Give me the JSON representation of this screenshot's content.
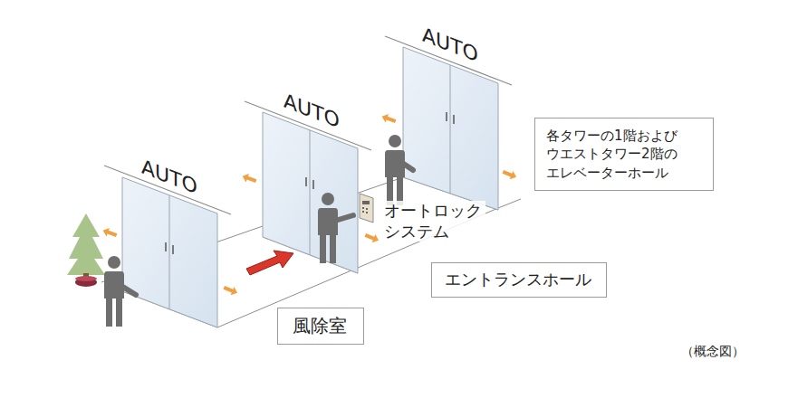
{
  "diagram": {
    "nodes": [
      {
        "text": [
          "各タワーの1階および ウエストタワー2階の エレベーターホール"
        ]
      },
      {
        "text": [
          "エントランスホール"
        ]
      },
      {
        "text": [
          "風除室"
        ]
      }
    ],
    "labels": [
      "AUTO",
      "AUTO",
      "AUTO",
      "オートロック システム",
      "（概念図）"
    ]
  }
}
